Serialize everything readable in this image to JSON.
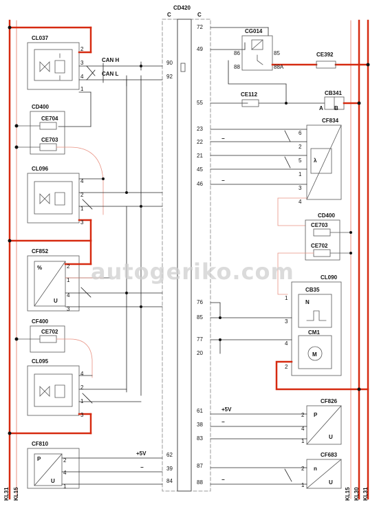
{
  "diagram": {
    "connector": {
      "name": "CD420",
      "col_left": "C",
      "col_right": "C"
    },
    "rails": {
      "left": [
        "KL31",
        "KL15"
      ],
      "right": [
        "KL15",
        "KL30",
        "KL31"
      ]
    },
    "watermark": "autogeriko.com",
    "ecu_pins_left_side": [
      "90",
      "92"
    ],
    "ecu_pins_bottom_left": [
      "62",
      "39",
      "84"
    ],
    "ecu_pins_right": [
      "72",
      "49",
      "55",
      "23",
      "22",
      "21",
      "45",
      "46",
      "76",
      "85",
      "77",
      "20",
      "61",
      "38",
      "83",
      "87",
      "88"
    ],
    "components": {
      "CL037": {
        "name": "CL037",
        "pins": [
          "2",
          "3",
          "4",
          "1"
        ]
      },
      "CD400a": {
        "name": "CD400",
        "items": [
          "CE704",
          "CE703"
        ]
      },
      "CL096": {
        "name": "CL096",
        "pins": [
          "4",
          "2",
          "1",
          "3"
        ]
      },
      "CF852": {
        "name": "CF852",
        "sym_top": "%",
        "sym_bottom": "U",
        "pins": [
          "2",
          "1",
          "4",
          "3"
        ]
      },
      "CF400": {
        "name": "CF400",
        "item": "CE702"
      },
      "CL095": {
        "name": "CL095",
        "pins": [
          "4",
          "2",
          "1",
          "3"
        ]
      },
      "CF810": {
        "name": "CF810",
        "sym_top": "P",
        "sym_bottom": "U",
        "pins": [
          "2",
          "4",
          "1"
        ]
      },
      "CG014": {
        "name": "CG014",
        "pins": [
          "86",
          "85",
          "88",
          "88A"
        ]
      },
      "CE392": {
        "name": "CE392"
      },
      "CE112": {
        "name": "CE112"
      },
      "CB341": {
        "name": "CB341",
        "pin_a": "A",
        "pin_b": "B"
      },
      "CF834": {
        "name": "CF834",
        "symbol": "λ",
        "pins": [
          "6",
          "2",
          "5",
          "1",
          "3",
          "4"
        ]
      },
      "CD400b": {
        "name": "CD400",
        "items": [
          "CE703",
          "CE702"
        ]
      },
      "CL090": {
        "name": "CL090",
        "sub1": "CB35",
        "sub1_sym": "N",
        "sub2": "CM1",
        "sub2_sym": "M",
        "pins": [
          "1",
          "3",
          "4",
          "2"
        ]
      },
      "CF826": {
        "name": "CF826",
        "sym_top": "P",
        "sym_bottom": "U",
        "pins": [
          "2",
          "4",
          "1"
        ]
      },
      "CF683": {
        "name": "CF683",
        "sym_top": "n",
        "sym_bottom": "U",
        "pins": [
          "2",
          "1"
        ]
      }
    },
    "signals": {
      "can_h": "CAN H",
      "can_l": "CAN L",
      "plus5v": "+5V",
      "minus": "−"
    }
  },
  "colors": {
    "power": "#d62a10",
    "link": "#e89080",
    "wire": "#222222",
    "box": "#555555",
    "dash": "#9a9a9a"
  }
}
